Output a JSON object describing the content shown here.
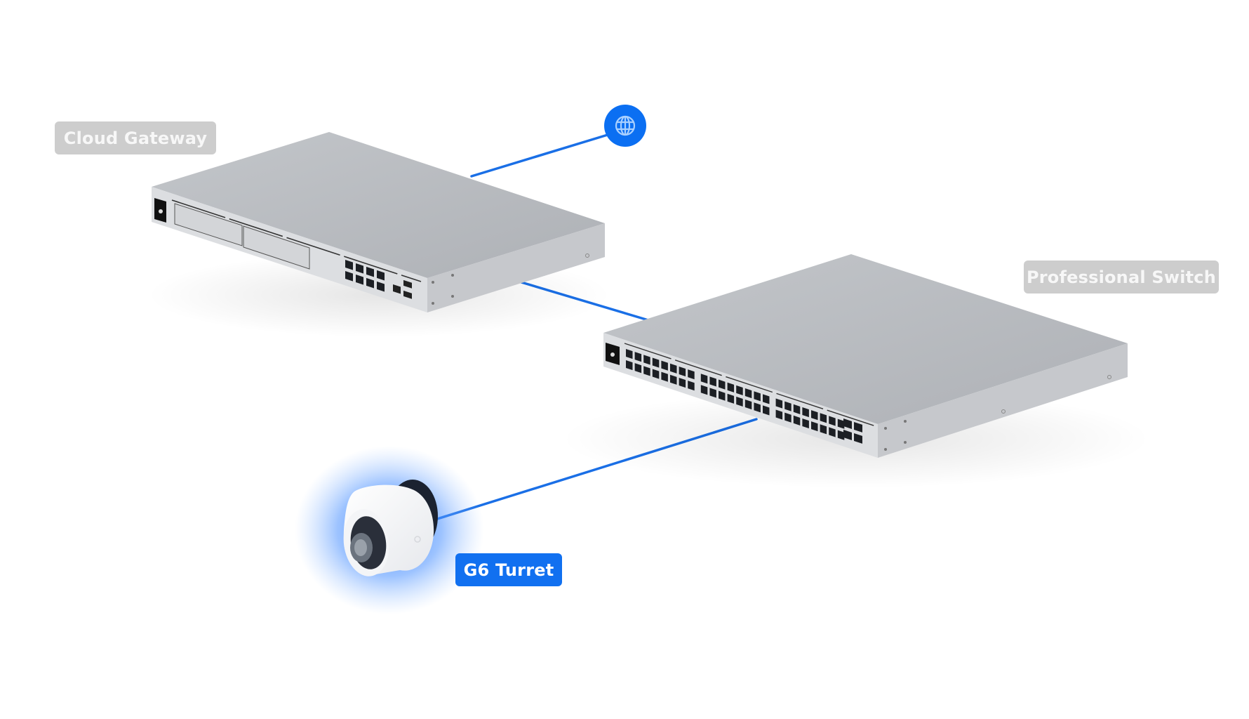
{
  "diagram": {
    "title": "",
    "nodes": [
      {
        "id": "internet",
        "label": "",
        "icon": "globe-icon",
        "state": "active"
      },
      {
        "id": "gateway",
        "label": "Cloud Gateway",
        "icon": "rack-gateway",
        "state": "inactive"
      },
      {
        "id": "switch",
        "label": "Professional Switch",
        "icon": "rack-switch",
        "state": "inactive"
      },
      {
        "id": "camera",
        "label": "G6 Turret",
        "icon": "turret-camera",
        "state": "active"
      }
    ],
    "edges": [
      {
        "from": "gateway",
        "to": "internet"
      },
      {
        "from": "gateway",
        "to": "switch"
      },
      {
        "from": "switch",
        "to": "camera"
      }
    ]
  },
  "labels": {
    "gateway": "Cloud Gateway",
    "switch": "Professional Switch",
    "camera": "G6 Turret"
  },
  "colors": {
    "link": "#1a6fe6",
    "accent": "#1170f0",
    "inactive_tag_bg": "#cdcdcd",
    "inactive_tag_text": "#f7f7f7",
    "device_top": "#b9bcc1",
    "device_front": "#dcdee1",
    "device_side": "#c6c8cc",
    "glow": "#3d8bff"
  },
  "gateway_device": {
    "rj45_ports": 8,
    "drive_bays": 2,
    "sfp_ports": 2,
    "wan_rj45": 1
  },
  "switch_device": {
    "rj45_ports": 48,
    "sfp_ports": 4
  }
}
